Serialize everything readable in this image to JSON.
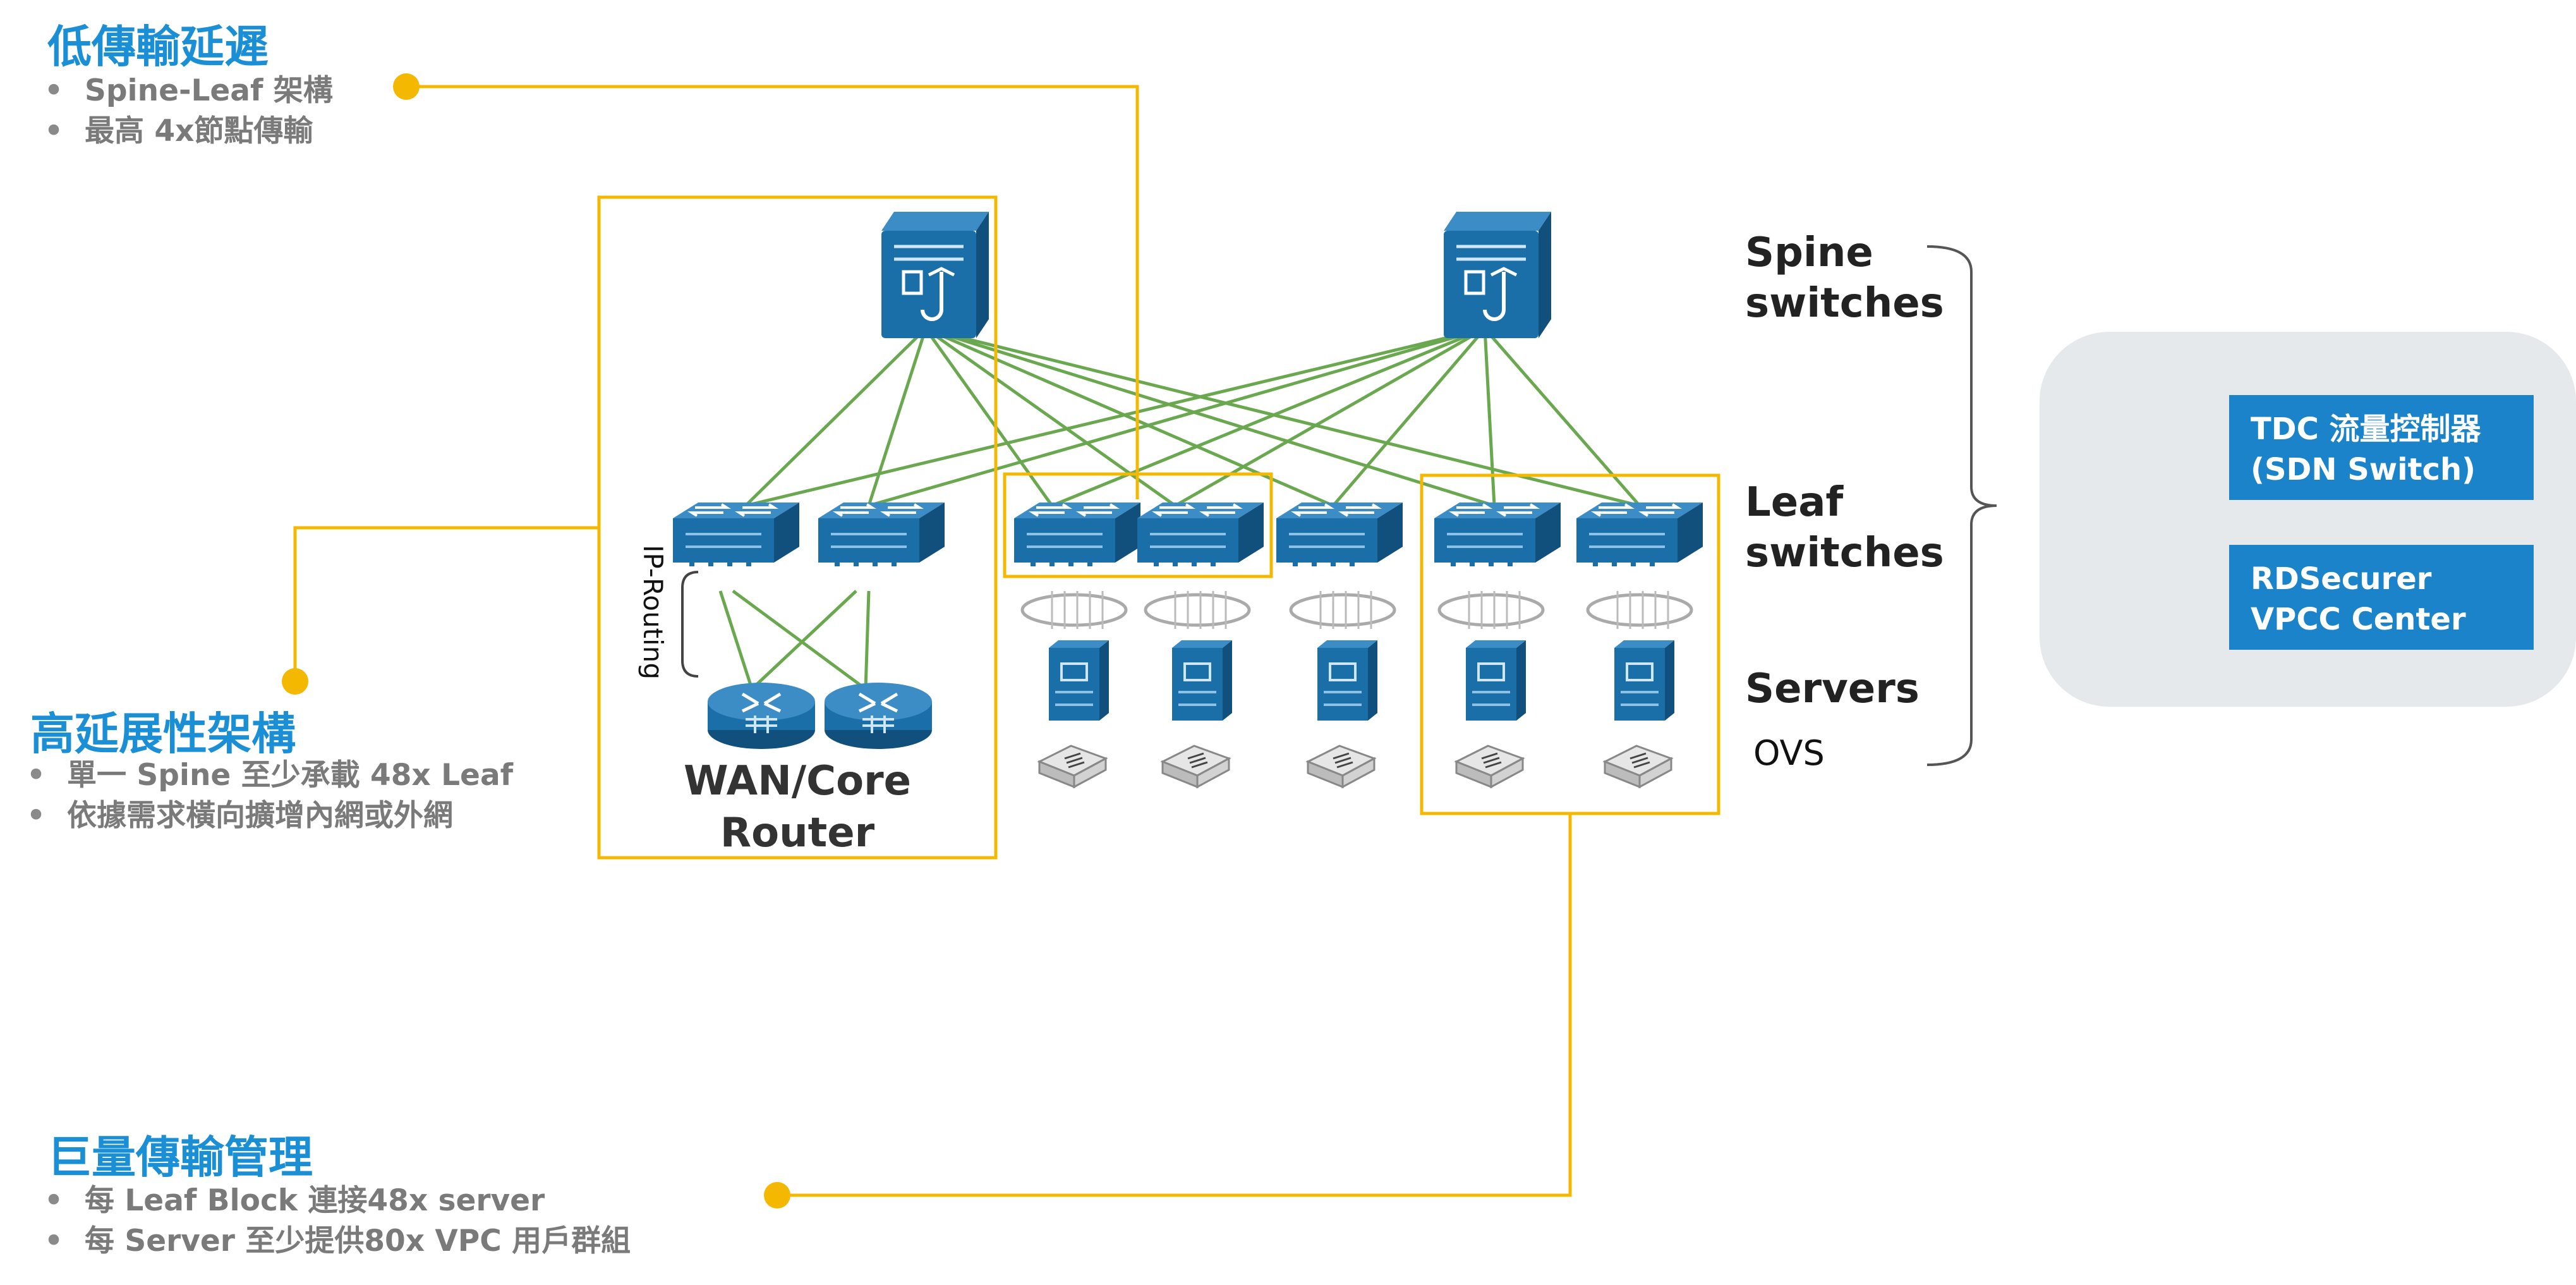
{
  "sections": {
    "low_latency": {
      "title": "低傳輸延遲",
      "bullets": [
        "Spine-Leaf 架構",
        "最高 4x節點傳輸"
      ]
    },
    "scalability": {
      "title": "高延展性架構",
      "bullets": [
        "單一 Spine 至少承載 48x Leaf",
        "依據需求橫向擴增內網或外網"
      ]
    },
    "bulk_transfer": {
      "title": "巨量傳輸管理",
      "bullets": [
        "每 Leaf Block 連接48x server",
        "每 Server 至少提供80x VPC 用戶群組"
      ]
    }
  },
  "diagram": {
    "spine_label": "Spine\nswitches",
    "leaf_label": "Leaf\nswitches",
    "servers_label": "Servers",
    "ovs_label": "OVS",
    "router_label": "WAN/Core\nRouter",
    "ip_routing_label": "IP-Routing"
  },
  "sdn_panel": {
    "items": [
      {
        "label": "TDC 流量控制器\n(SDN Switch)",
        "icon": "tdc-flow-controller-icon"
      },
      {
        "label": "RDSecurer\nVPCC Center",
        "icon": "rdsecurer-hexagon-icon"
      }
    ]
  },
  "colors": {
    "accent_blue": "#1a8fd6",
    "callout_yellow": "#f5b800",
    "link_green": "#6aa84f",
    "device_blue": "#1b6fa8",
    "panel_gray": "#e6e9ec",
    "box_blue": "#1a83c9"
  }
}
